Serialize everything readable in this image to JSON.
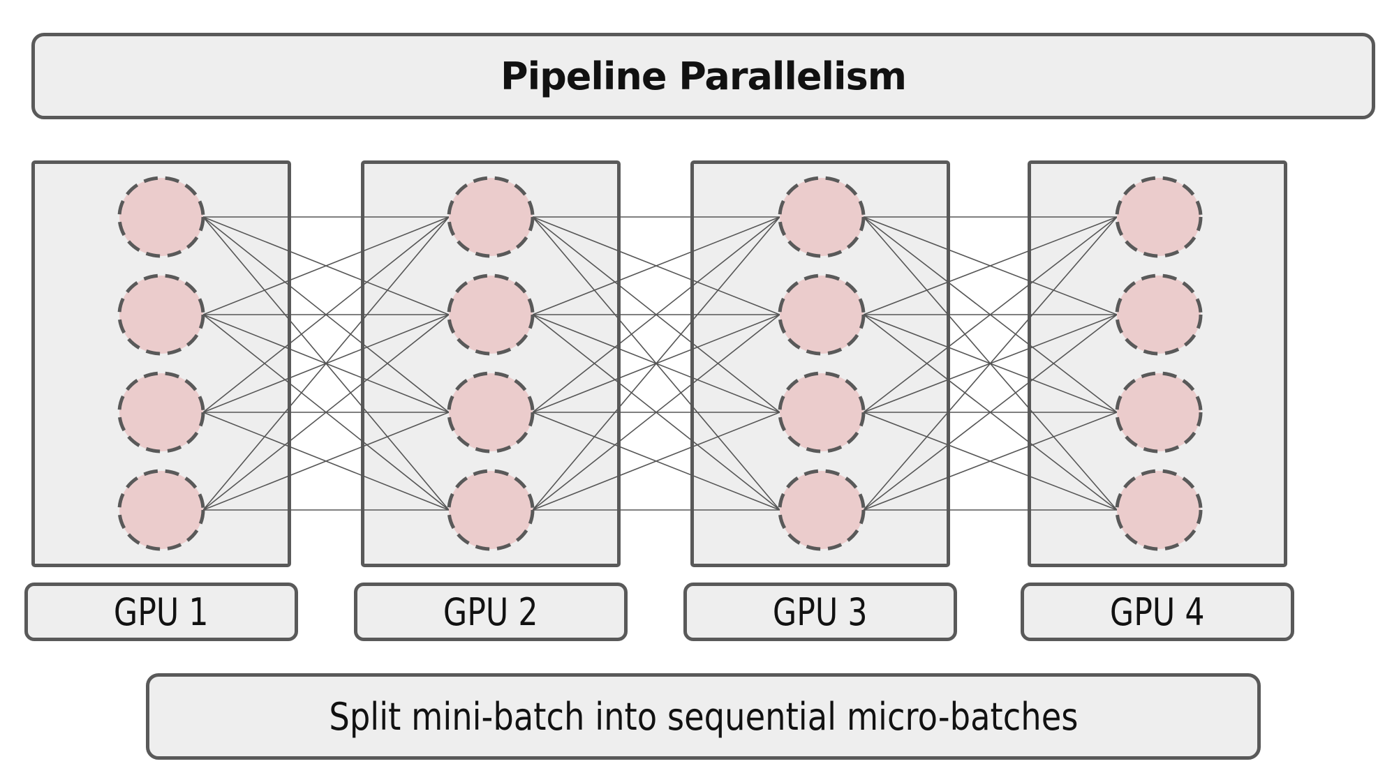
{
  "title": "Pipeline Parallelism",
  "gpus": [
    {
      "label": "GPU 1"
    },
    {
      "label": "GPU 2"
    },
    {
      "label": "GPU 3"
    },
    {
      "label": "GPU 4"
    }
  ],
  "caption": "Split mini-batch into sequential micro-batches",
  "colors": {
    "panel_fill": "#eeeeee",
    "border": "#595959",
    "neuron_fill": "#ebcccc",
    "neuron_border": "#595959",
    "connection": "#555555"
  },
  "neurons_per_layer": 4
}
